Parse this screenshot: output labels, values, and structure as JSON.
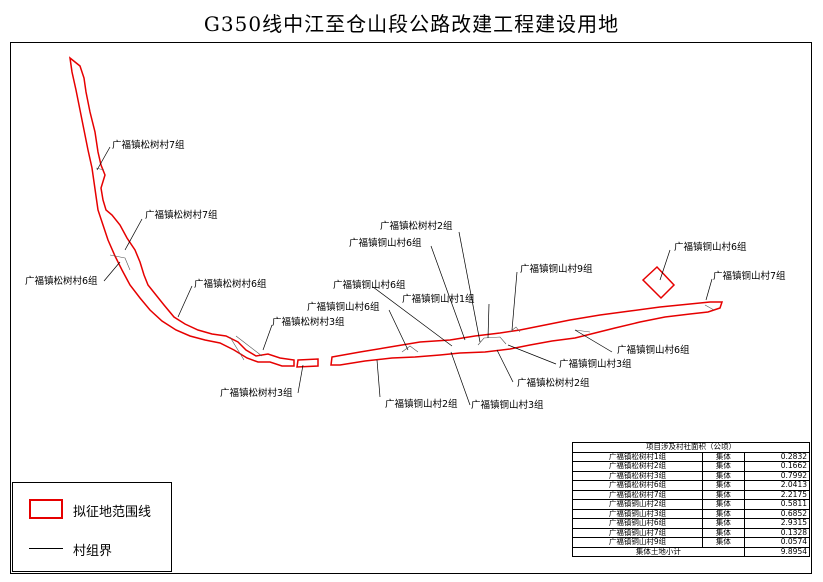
{
  "title": "G350线中江至仓山段公路改建工程建设用地",
  "labels": [
    {
      "text": "广福镇松树村7组"
    },
    {
      "text": "广福镇松树村7组"
    },
    {
      "text": "广福镇松树村6组"
    },
    {
      "text": "广福镇松树村6组"
    },
    {
      "text": "广福镇松树村3组"
    },
    {
      "text": "广福镇松树村3组"
    },
    {
      "text": "广福镇松树村2组"
    },
    {
      "text": "广福镇铜山村6组"
    },
    {
      "text": "广福镇铜山村6组"
    },
    {
      "text": "广福镇铜山村6组"
    },
    {
      "text": "广福镇铜山村1组"
    },
    {
      "text": "广福镇铜山村9组"
    },
    {
      "text": "广福镇铜山村6组"
    },
    {
      "text": "广福镇铜山村7组"
    },
    {
      "text": "广福镇铜山村6组"
    },
    {
      "text": "广福镇铜山村3组"
    },
    {
      "text": "广福镇松树村2组"
    },
    {
      "text": "广福镇铜山村2组"
    },
    {
      "text": "广福镇铜山村3组"
    }
  ],
  "table": {
    "header": "项目涉及村社面积（公顷）",
    "rows": [
      {
        "name": "广福镇松树村1组",
        "type": "集体",
        "area": "0.2832"
      },
      {
        "name": "广福镇松树村2组",
        "type": "集体",
        "area": "0.1662"
      },
      {
        "name": "广福镇松树村3组",
        "type": "集体",
        "area": "0.7992"
      },
      {
        "name": "广福镇松树村6组",
        "type": "集体",
        "area": "2.0413"
      },
      {
        "name": "广福镇松树村7组",
        "type": "集体",
        "area": "2.2175"
      },
      {
        "name": "广福镇铜山村2组",
        "type": "集体",
        "area": "0.5811"
      },
      {
        "name": "广福镇铜山村3组",
        "type": "集体",
        "area": "0.6852"
      },
      {
        "name": "广福镇铜山村6组",
        "type": "集体",
        "area": "2.9315"
      },
      {
        "name": "广福镇铜山村7组",
        "type": "集体",
        "area": "0.1328"
      },
      {
        "name": "广福镇铜山村9组",
        "type": "集体",
        "area": "0.0574"
      }
    ],
    "total_label": "集体土地小计",
    "total_value": "9.8954"
  },
  "legend": {
    "red_boundary": "拟征地范围线",
    "village_boundary": "村组界"
  },
  "colors": {
    "boundary": "#e60000",
    "line": "#000000"
  }
}
